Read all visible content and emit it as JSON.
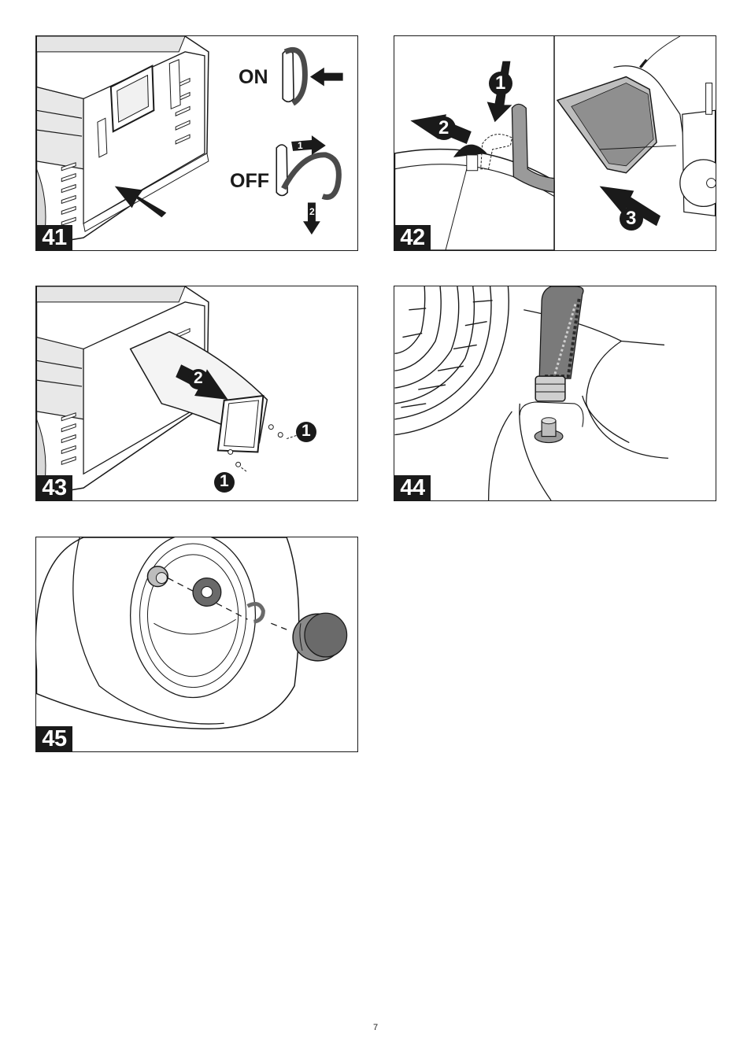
{
  "figures": [
    {
      "number": "41",
      "labels": {
        "on": "ON",
        "off": "OFF",
        "step1": "1",
        "step2": "2"
      }
    },
    {
      "number": "42",
      "labels": {
        "step1": "1",
        "step2": "2",
        "step3": "3"
      }
    },
    {
      "number": "43",
      "labels": {
        "step1a": "1",
        "step1b": "1",
        "step2": "2"
      }
    },
    {
      "number": "44"
    },
    {
      "number": "45"
    }
  ],
  "page": {
    "number": "7"
  }
}
